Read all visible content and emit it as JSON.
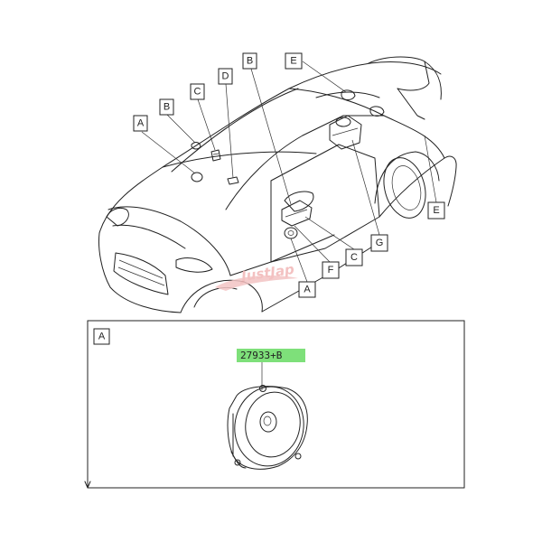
{
  "callouts": {
    "a_left": "A",
    "b_left": "B",
    "c_left": "C",
    "d": "D",
    "b_top": "B",
    "e_top": "E",
    "e_right": "E",
    "g": "G",
    "c_right": "C",
    "f": "F",
    "a_bottom": "A"
  },
  "detail": {
    "section_label": "A",
    "part_number": "27933+B",
    "highlight_color": "#7ee07a"
  },
  "watermark": {
    "text": "JustJap"
  },
  "colors": {
    "line": "#222222",
    "background": "#ffffff"
  }
}
